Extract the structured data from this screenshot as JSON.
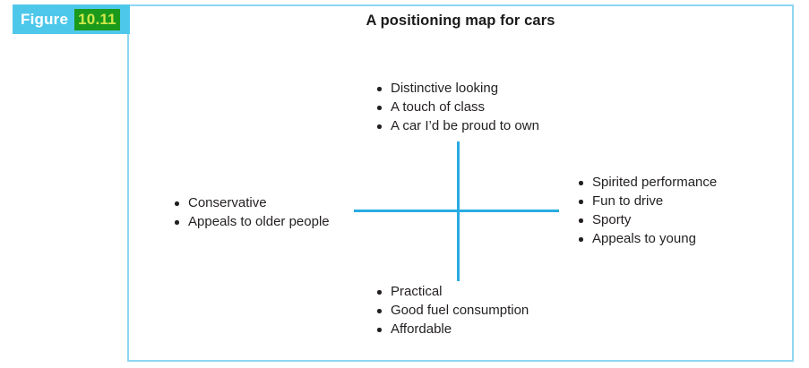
{
  "figure": {
    "label": "Figure",
    "number": "10.11",
    "tab_bg_color": "#4ec8ea",
    "number_bg_color": "#1a9a1b",
    "number_text_color": "#cfe84a"
  },
  "panel": {
    "border_color": "#8fd6f2"
  },
  "chart_data": {
    "type": "diagram",
    "diagram_kind": "perceptual-positioning-map",
    "title": "A positioning map for cars",
    "axis_color": "#29abe2",
    "axes": {
      "horizontal": {
        "left_pole": "Conservative",
        "right_pole": "Sporty"
      },
      "vertical": {
        "top_pole": "Distinctive looking",
        "bottom_pole": "Practical"
      }
    },
    "quadrant_labels": {
      "top": [
        "Distinctive looking",
        "A touch of class",
        "A car I’d be proud to own"
      ],
      "right": [
        "Spirited performance",
        "Fun to drive",
        "Sporty",
        "Appeals to young"
      ],
      "bottom": [
        "Practical",
        "Good fuel consumption",
        "Affordable"
      ],
      "left": [
        "Conservative",
        "Appeals to older people"
      ]
    }
  }
}
